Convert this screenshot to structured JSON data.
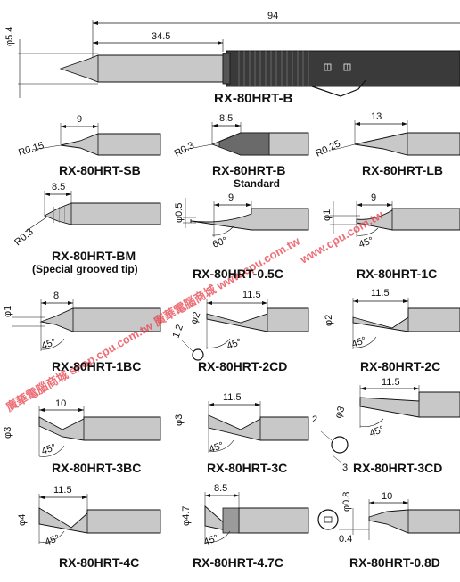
{
  "main_tip": {
    "model": "RX-80HRT-B",
    "dimensions": {
      "diameter": "φ5.4",
      "total_length": "94",
      "tip_length": "34.5"
    }
  },
  "tips": [
    {
      "model": "RX-80HRT-SB",
      "dims": [
        "9",
        "R0.15"
      ]
    },
    {
      "model": "RX-80HRT-B",
      "note": "Standard",
      "dims": [
        "8.5",
        "R0.3"
      ]
    },
    {
      "model": "RX-80HRT-LB",
      "dims": [
        "13",
        "R0.25"
      ]
    },
    {
      "model": "RX-80HRT-BM",
      "note": "(Special grooved tip)",
      "dims": [
        "8.5",
        "R0.3"
      ]
    },
    {
      "model": "RX-80HRT-0.5C",
      "dims": [
        "9",
        "φ0.5",
        "60°"
      ]
    },
    {
      "model": "RX-80HRT-1C",
      "dims": [
        "9",
        "φ1",
        "45°"
      ]
    },
    {
      "model": "RX-80HRT-1BC",
      "dims": [
        "8",
        "φ1",
        "45°"
      ]
    },
    {
      "model": "RX-80HRT-2CD",
      "dims": [
        "11.5",
        "φ2",
        "1.2",
        "45°"
      ]
    },
    {
      "model": "RX-80HRT-2C",
      "dims": [
        "11.5",
        "φ2",
        "45°"
      ]
    },
    {
      "model": "RX-80HRT-3BC",
      "dims": [
        "10",
        "φ3",
        "45°"
      ]
    },
    {
      "model": "RX-80HRT-3C",
      "dims": [
        "11.5",
        "φ3",
        "45°"
      ]
    },
    {
      "model": "RX-80HRT-3CD",
      "dims": [
        "11.5",
        "φ3",
        "2",
        "3",
        "45°"
      ]
    },
    {
      "model": "RX-80HRT-4C",
      "dims": [
        "11.5",
        "φ4",
        "45°"
      ]
    },
    {
      "model": "RX-80HRT-4.7C",
      "dims": [
        "8.5",
        "φ4.7",
        "45°"
      ]
    },
    {
      "model": "RX-80HRT-0.8D",
      "dims": [
        "10",
        "φ0.8",
        "0.4"
      ]
    }
  ],
  "watermarks": [
    "www.cpu.com.tw",
    "廣華電腦商城 shop.cpu.com.tw 廣華電腦商城 www.cpu.com.tw"
  ],
  "colors": {
    "tip_fill": "#c8c8c8",
    "handle_fill": "#3a3a3a",
    "dark_band": "#555555",
    "watermark": "#e8404a"
  }
}
